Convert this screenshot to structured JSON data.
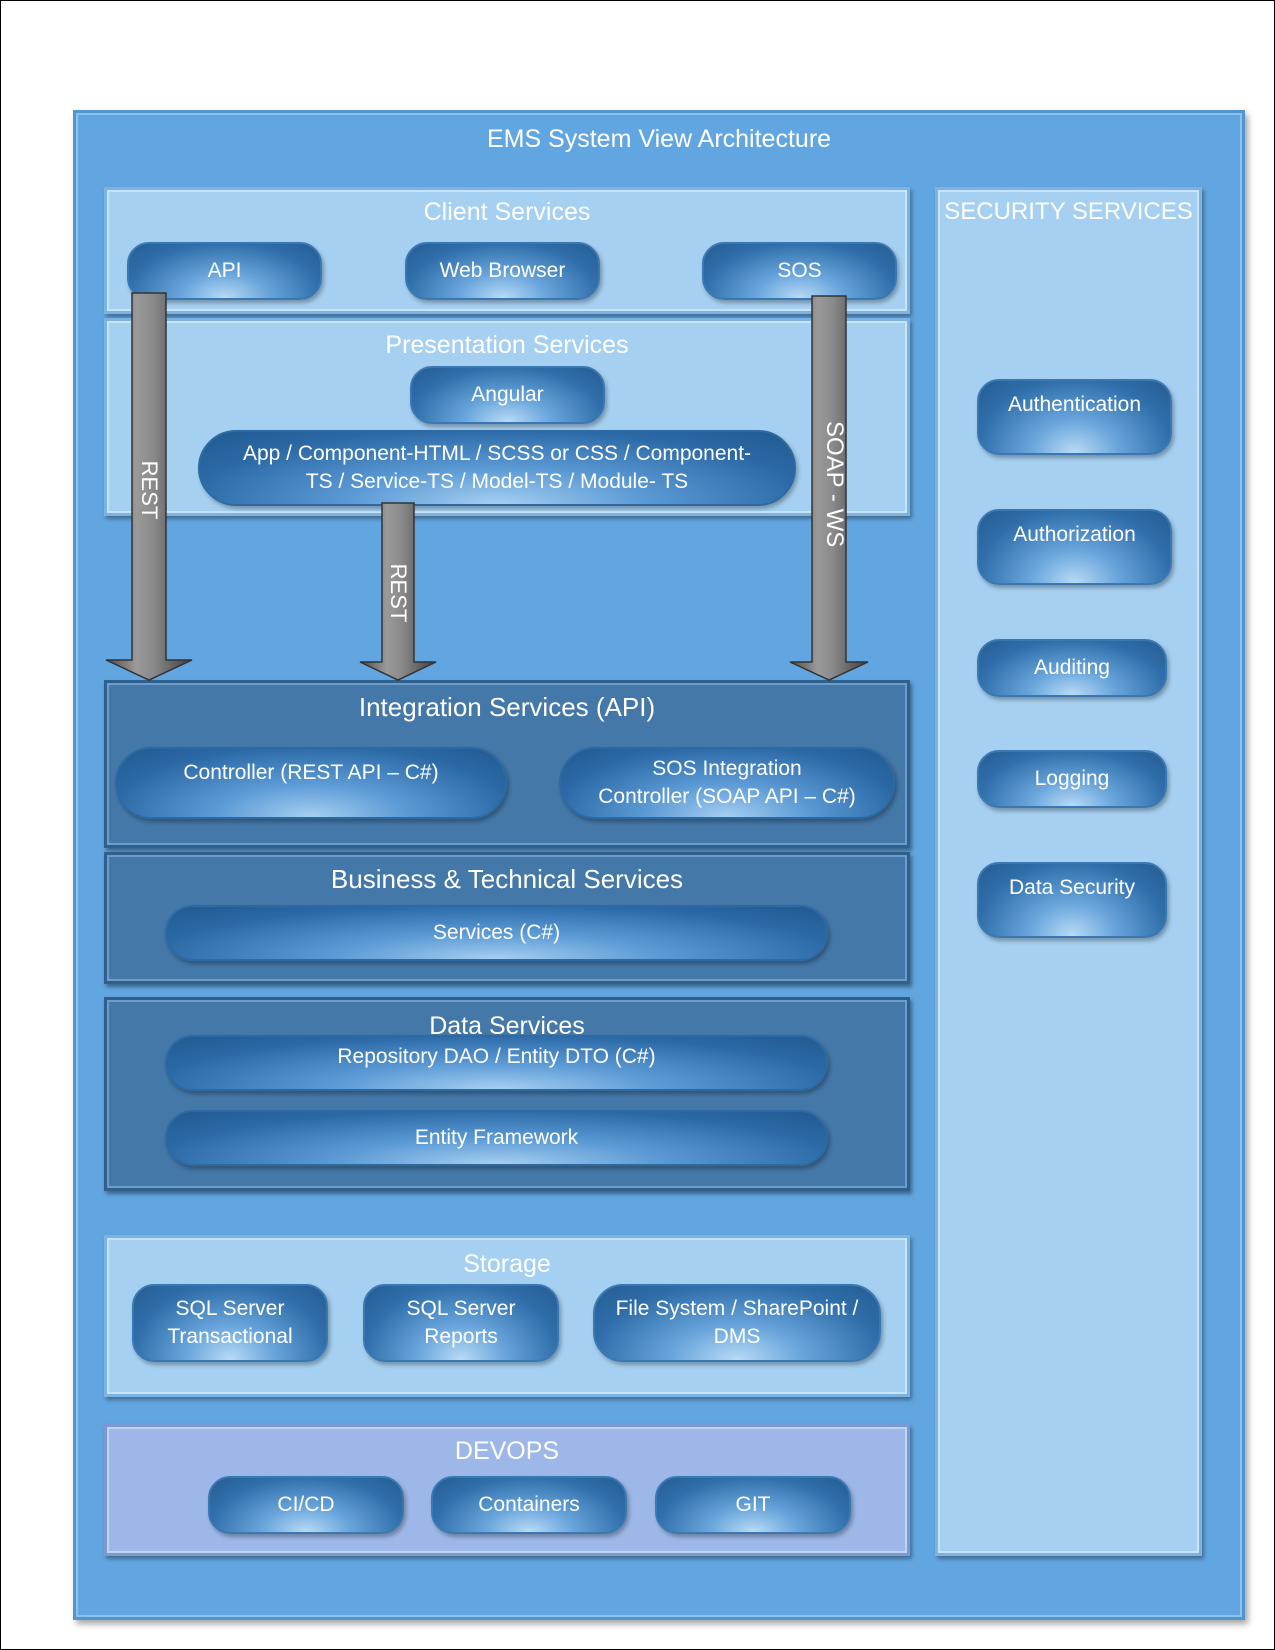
{
  "title": "EMS System View Architecture",
  "client_services": {
    "title": "Client Services",
    "items": [
      "API",
      "Web Browser",
      "SOS"
    ]
  },
  "presentation_services": {
    "title": "Presentation Services",
    "angular": "Angular",
    "app_line1": "App / Component-HTML / SCSS or CSS  / Component-",
    "app_line2": "TS / Service-TS / Model-TS / Module- TS"
  },
  "arrows": {
    "rest_left": "REST",
    "rest_middle": "REST",
    "soap": "SOAP - WS"
  },
  "integration_services": {
    "title": "Integration Services (API)",
    "controller": "Controller (REST API – C#)",
    "sos_line1": "SOS Integration",
    "sos_line2": "Controller (SOAP API – C#)"
  },
  "business_services": {
    "title": "Business & Technical Services",
    "services": "Services (C#)"
  },
  "data_services": {
    "title": "Data Services",
    "repository": "Repository  DAO / Entity DTO (C#)",
    "entity_framework": "Entity Framework"
  },
  "storage": {
    "title": "Storage",
    "sql_transactional_line1": "SQL Server",
    "sql_transactional_line2": "Transactional",
    "sql_reports_line1": "SQL Server",
    "sql_reports_line2": "Reports",
    "file_system_line1": "File System / SharePoint /",
    "file_system_line2": "DMS"
  },
  "devops": {
    "title": "DEVOPS",
    "items": [
      "CI/CD",
      "Containers",
      "GIT"
    ]
  },
  "security_services": {
    "title": "SECURITY SERVICES",
    "items": [
      "Authentication",
      "Authorization",
      "Auditing",
      "Logging",
      "Data Security"
    ]
  }
}
